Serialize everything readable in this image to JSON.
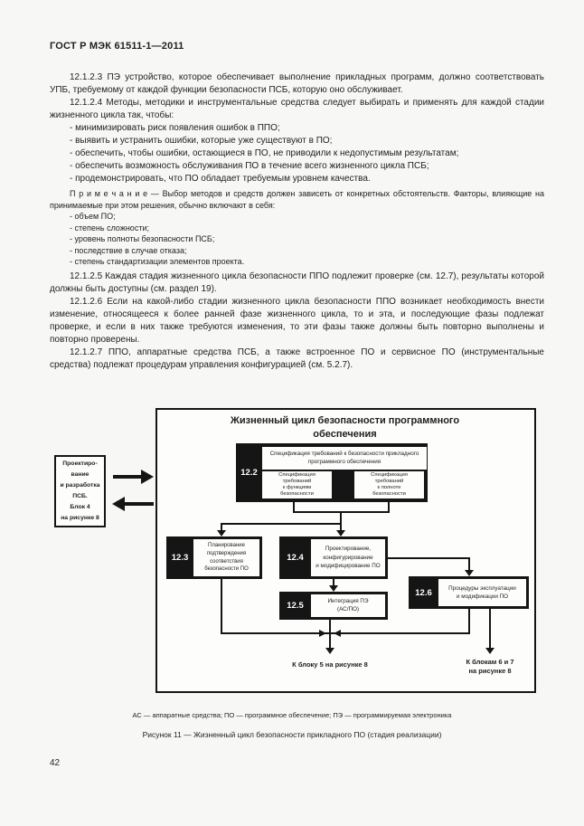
{
  "page": {
    "header": "ГОСТ Р МЭК 61511-1—2011",
    "page_number": "42"
  },
  "paragraphs": {
    "p1": "12.1.2.3 ПЭ устройство, которое обеспечивает выполнение прикладных программ, должно соответствовать УПБ, требуемому от каждой функции безопасности ПСБ, которую оно обслуживает.",
    "p2": "12.1.2.4 Методы, методики и инструментальные средства следует выбирать и применять для каждой стадии жизненного цикла так, чтобы:",
    "bullets1": [
      "- минимизировать риск появления ошибок в ППО;",
      "- выявить и устранить ошибки, которые уже существуют в ПО;",
      "- обеспечить, чтобы ошибки, остающиеся в ПО, не приводили к недопустимым результатам;",
      "- обеспечить возможность обслуживания ПО в течение всего жизненного цикла ПСБ;",
      "- продемонстрировать, что ПО обладает требуемым уровнем качества."
    ],
    "note_intro": "П р и м е ч а н и е — Выбор методов и средств должен зависеть от конкретных обстоятельств. Факторы, влияющие на принимаемые при этом решения, обычно включают в себя:",
    "note_bullets": [
      "- объем ПО;",
      "- степень сложности;",
      "- уровень полноты безопасности ПСБ;",
      "- последствие в случае отказа;",
      "- степень стандартизации элементов проекта."
    ],
    "p3": "12.1.2.5 Каждая стадия жизненного цикла безопасности ППО подлежит проверке (см. 12.7), результаты которой должны быть доступны (см. раздел 19).",
    "p4": "12.1.2.6 Если на какой-либо стадии жизненного цикла безопасности ППО возникает необходимость внести изменение, относящееся к более ранней фазе жизненного цикла, то и эта, и последующие фазы подлежат проверке, и если в них также требуются изменения, то эти фазы также должны быть повторно выполнены и повторно проверены.",
    "p5": "12.1.2.7 ППО, аппаратные средства ПСБ, а также встроенное ПО и сервисное ПО (инструментальные средства) подлежат процедурам управления конфигурацией (см. 5.2.7)."
  },
  "diagram": {
    "title_line1": "Жизненный цикл безопасности программного",
    "title_line2": "обеспечения",
    "side_box": {
      "lines": [
        "Проектиро-",
        "вание",
        "и разработка",
        "ПСБ.",
        "Блок 4",
        "на рисунке 8"
      ]
    },
    "blocks": {
      "b122": {
        "num": "12.2",
        "top": "Спецификация требований к безопасности прикладного программного обеспечения",
        "left_lines": [
          "Спецификация",
          "требований",
          "к функциям",
          "безопасности"
        ],
        "right_lines": [
          "Спецификация",
          "требований",
          "к полноте",
          "безопасности"
        ]
      },
      "b123": {
        "num": "12.3",
        "lines": [
          "Планирование",
          "подтверждения",
          "соответствия",
          "безопасности ПО"
        ]
      },
      "b124": {
        "num": "12.4",
        "lines": [
          "Проектирование,",
          "конфигурирование",
          "и модифицирование ПО"
        ]
      },
      "b125": {
        "num": "12.5",
        "lines": [
          "Интеграция ПЭ",
          "(АС/ПО)"
        ]
      },
      "b126": {
        "num": "12.6",
        "lines": [
          "Процедуры эксплуатации",
          "и модификации ПО"
        ]
      }
    },
    "exits": {
      "left": "К блоку 5 на рисунке 8",
      "right_lines": [
        "К блокам 6 и 7",
        "на рисунке 8"
      ]
    }
  },
  "footer": {
    "legend": "АС — аппаратные средства; ПО — программное обеспечение; ПЭ — программируемая электроника",
    "caption": "Рисунок 11 — Жизненный цикл безопасности прикладного ПО (стадия реализации)"
  }
}
